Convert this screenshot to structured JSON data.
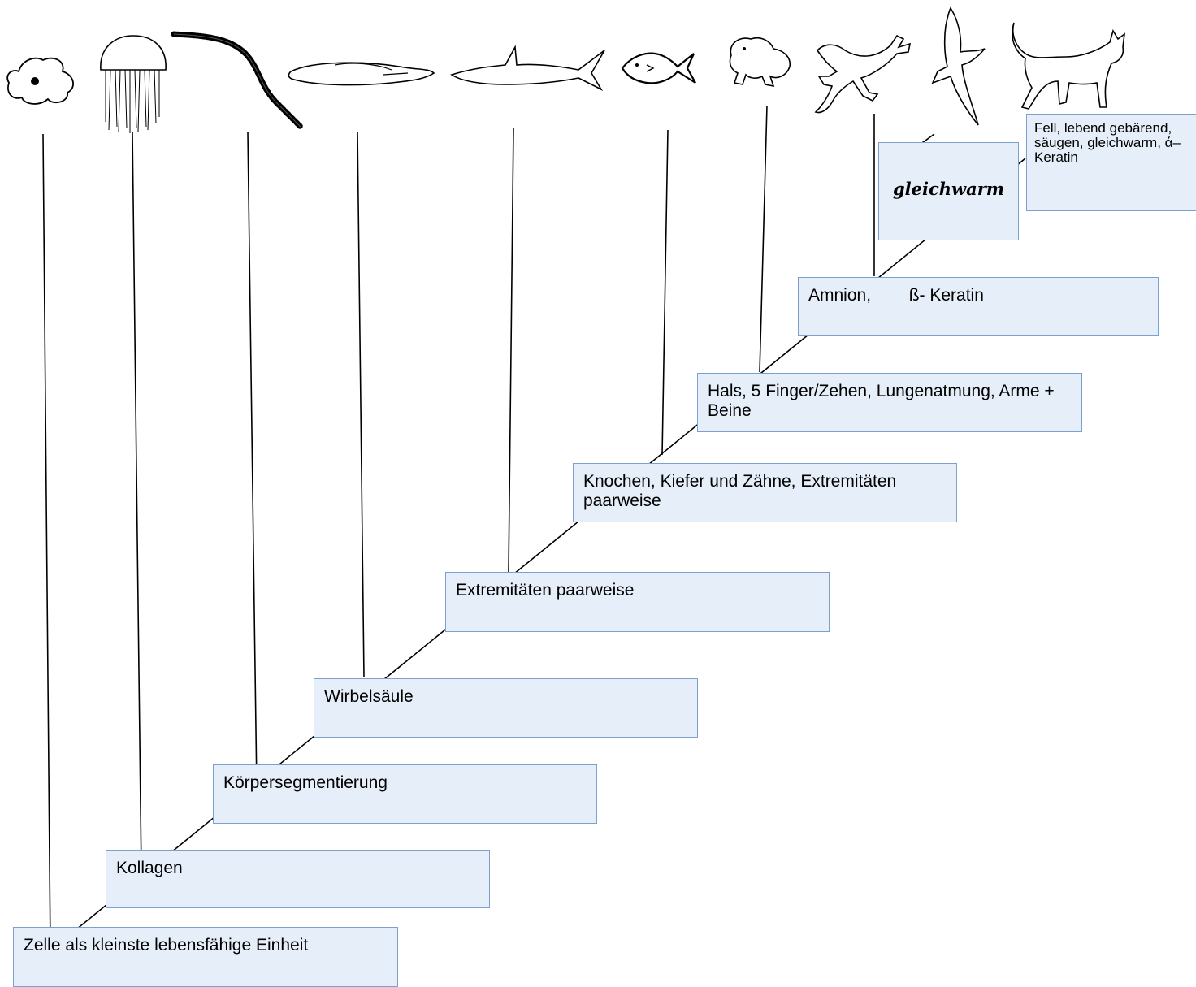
{
  "traits": {
    "zelle": "Zelle als kleinste lebensfähige Einheit",
    "kollagen": "Kollagen",
    "segment": "Körpersegmentierung",
    "wirbel": "Wirbelsäule",
    "extrem": "Extremitäten paarweise",
    "knochen": "Knochen, Kiefer und Zähne, Extremitäten paarweise",
    "hals": "Hals, 5 Finger/Zehen, Lungenatmung, Arme + Beine",
    "amnion": "Amnion,        ß- Keratin",
    "gleichwarm": "gleichwarm",
    "fell": "Fell, lebend gebärend, säugen, gleichwarm,  ά–Keratin"
  },
  "animals": [
    {
      "icon": "amoeba-icon"
    },
    {
      "icon": "jellyfish-icon"
    },
    {
      "icon": "worm-icon"
    },
    {
      "icon": "lancelet-icon"
    },
    {
      "icon": "shark-icon"
    },
    {
      "icon": "fish-icon"
    },
    {
      "icon": "frog-icon"
    },
    {
      "icon": "lizard-icon"
    },
    {
      "icon": "bird-icon"
    },
    {
      "icon": "cat-icon"
    }
  ],
  "colors": {
    "box_fill": "#e6eef9",
    "box_border": "#7ca0cf",
    "line": "#000000"
  }
}
